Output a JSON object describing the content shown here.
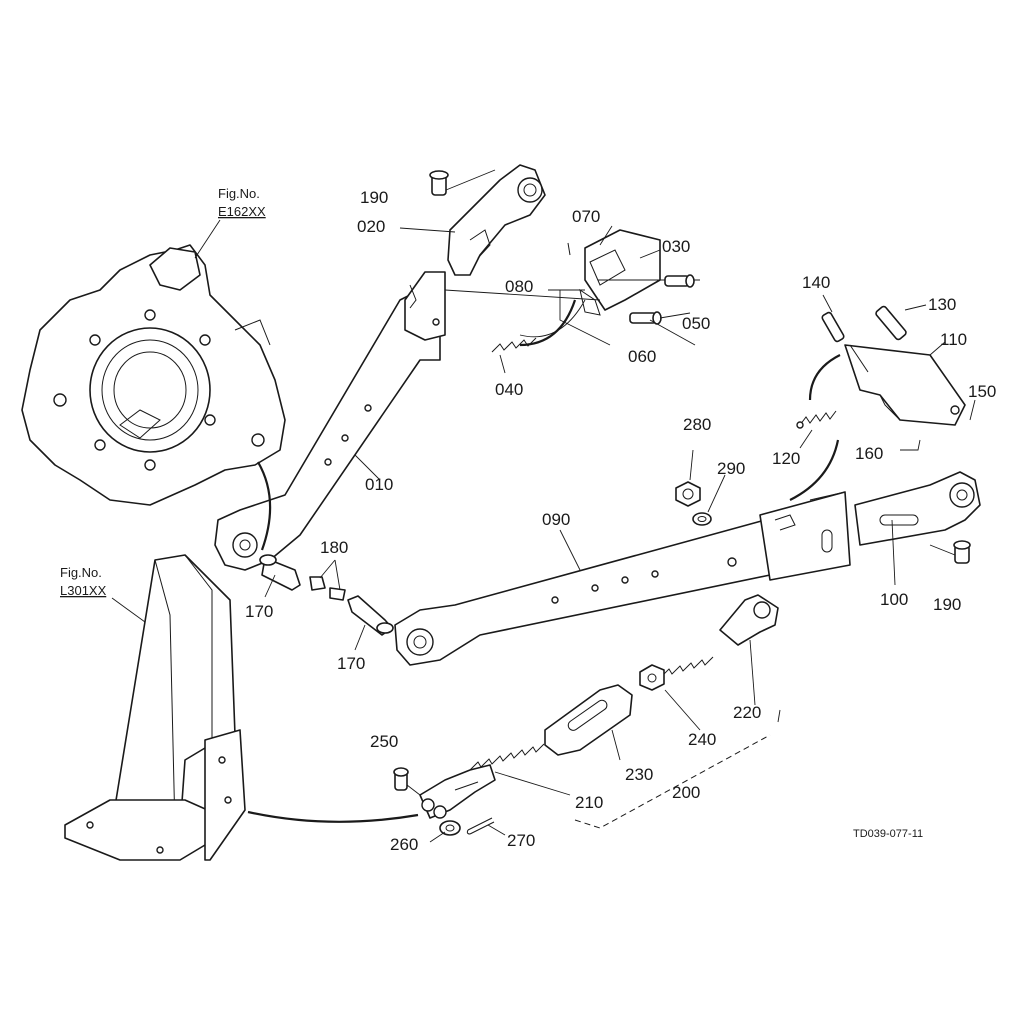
{
  "figure_refs": [
    {
      "key": "e162",
      "label": "Fig.No.",
      "code": "E162XX"
    },
    {
      "key": "l301",
      "label": "Fig.No.",
      "code": "L301XX"
    }
  ],
  "callouts": {
    "p190a": "190",
    "p020": "020",
    "p070": "070",
    "p030": "030",
    "p080": "080",
    "p050": "050",
    "p060": "060",
    "p040": "040",
    "p010": "010",
    "p140": "140",
    "p130": "130",
    "p110": "110",
    "p150": "150",
    "p120": "120",
    "p160": "160",
    "p280": "280",
    "p290": "290",
    "p090": "090",
    "p180": "180",
    "p170a": "170",
    "p170b": "170",
    "p100": "100",
    "p190b": "190",
    "p220": "220",
    "p240": "240",
    "p250": "250",
    "p230": "230",
    "p210": "210",
    "p200": "200",
    "p260": "260",
    "p270": "270"
  },
  "drawing_code": "TD039-077-11"
}
